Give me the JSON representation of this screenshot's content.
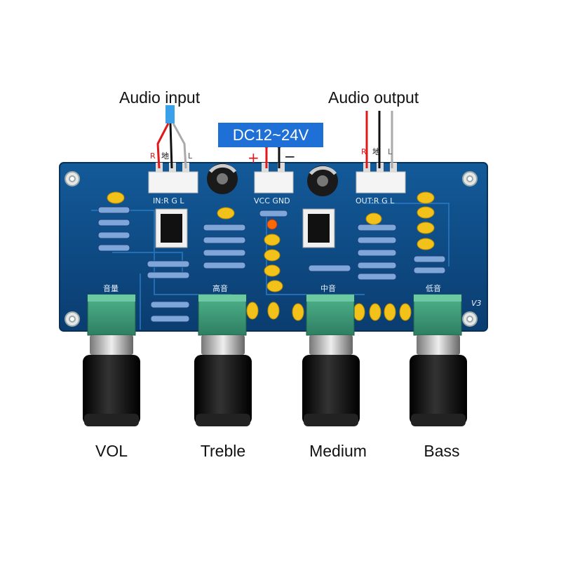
{
  "labels": {
    "audio_input": "Audio input",
    "audio_output": "Audio output",
    "power": "DC12~24V",
    "plus": "+",
    "minus": "−"
  },
  "input_wires": {
    "r": "R",
    "gnd": "地",
    "l": "L"
  },
  "output_wires": {
    "r": "R",
    "gnd": "地",
    "l": "L"
  },
  "silkscreen": {
    "in": "IN:R  G  L",
    "power": "VCC  GND",
    "out": "OUT:R  G  L",
    "vol": "音量",
    "treble": "高音",
    "medium": "中音",
    "bass": "低音",
    "version": "V3"
  },
  "knobs": [
    "VOL",
    "Treble",
    "Medium",
    "Bass"
  ],
  "colors": {
    "pcb": "#0e4f8a",
    "pcb_dark": "#0a3b6b",
    "badge": "#1e6fd6",
    "pot": "#3a9a78",
    "knob": "#111111",
    "capacitor": "#f2c21a"
  }
}
